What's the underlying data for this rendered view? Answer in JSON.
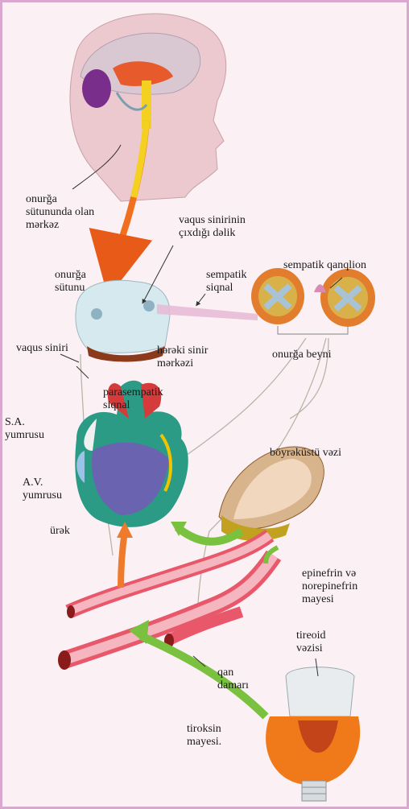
{
  "labels": {
    "spinal_center": "onurğa\nsütununda olan\nmərkəz",
    "vagus_opening": "vaqus sinirinin\nçıxdığı dəlik",
    "spinal_column": "onurğa\nsütunu",
    "sympathetic_signal": "sempatik\nsiqnal",
    "sympathetic_ganglion": "sempatik qanqlion",
    "vagus_nerve": "vaqus siniri",
    "motor_nerve_center": "hərəki sinir\nmərkəzi",
    "spinal_cord": "onurğa beyni",
    "parasympathetic_signal": "parasempatik\nsiqnal",
    "sa_node": "S.A.\nyumrusu",
    "adrenal_gland": "böyrəküstü vəzi",
    "av_node": "A.V.\nyumrusu",
    "heart": "ürək",
    "epinephrine_fluid": "epinefrin və\nnorepinefrin\nmayesi",
    "blood_vessel": "qan\ndamarı",
    "thyroid_gland": "tireoid\nvəzisi",
    "thyroxine_fluid": "tiroksin\nmayesi."
  },
  "colors": {
    "border": "#d9a7cf",
    "background": "#fbf1f5",
    "spinal_signal": "#f07020",
    "hormone_arrow": "#79c13e",
    "vessel": "#e8586a"
  }
}
